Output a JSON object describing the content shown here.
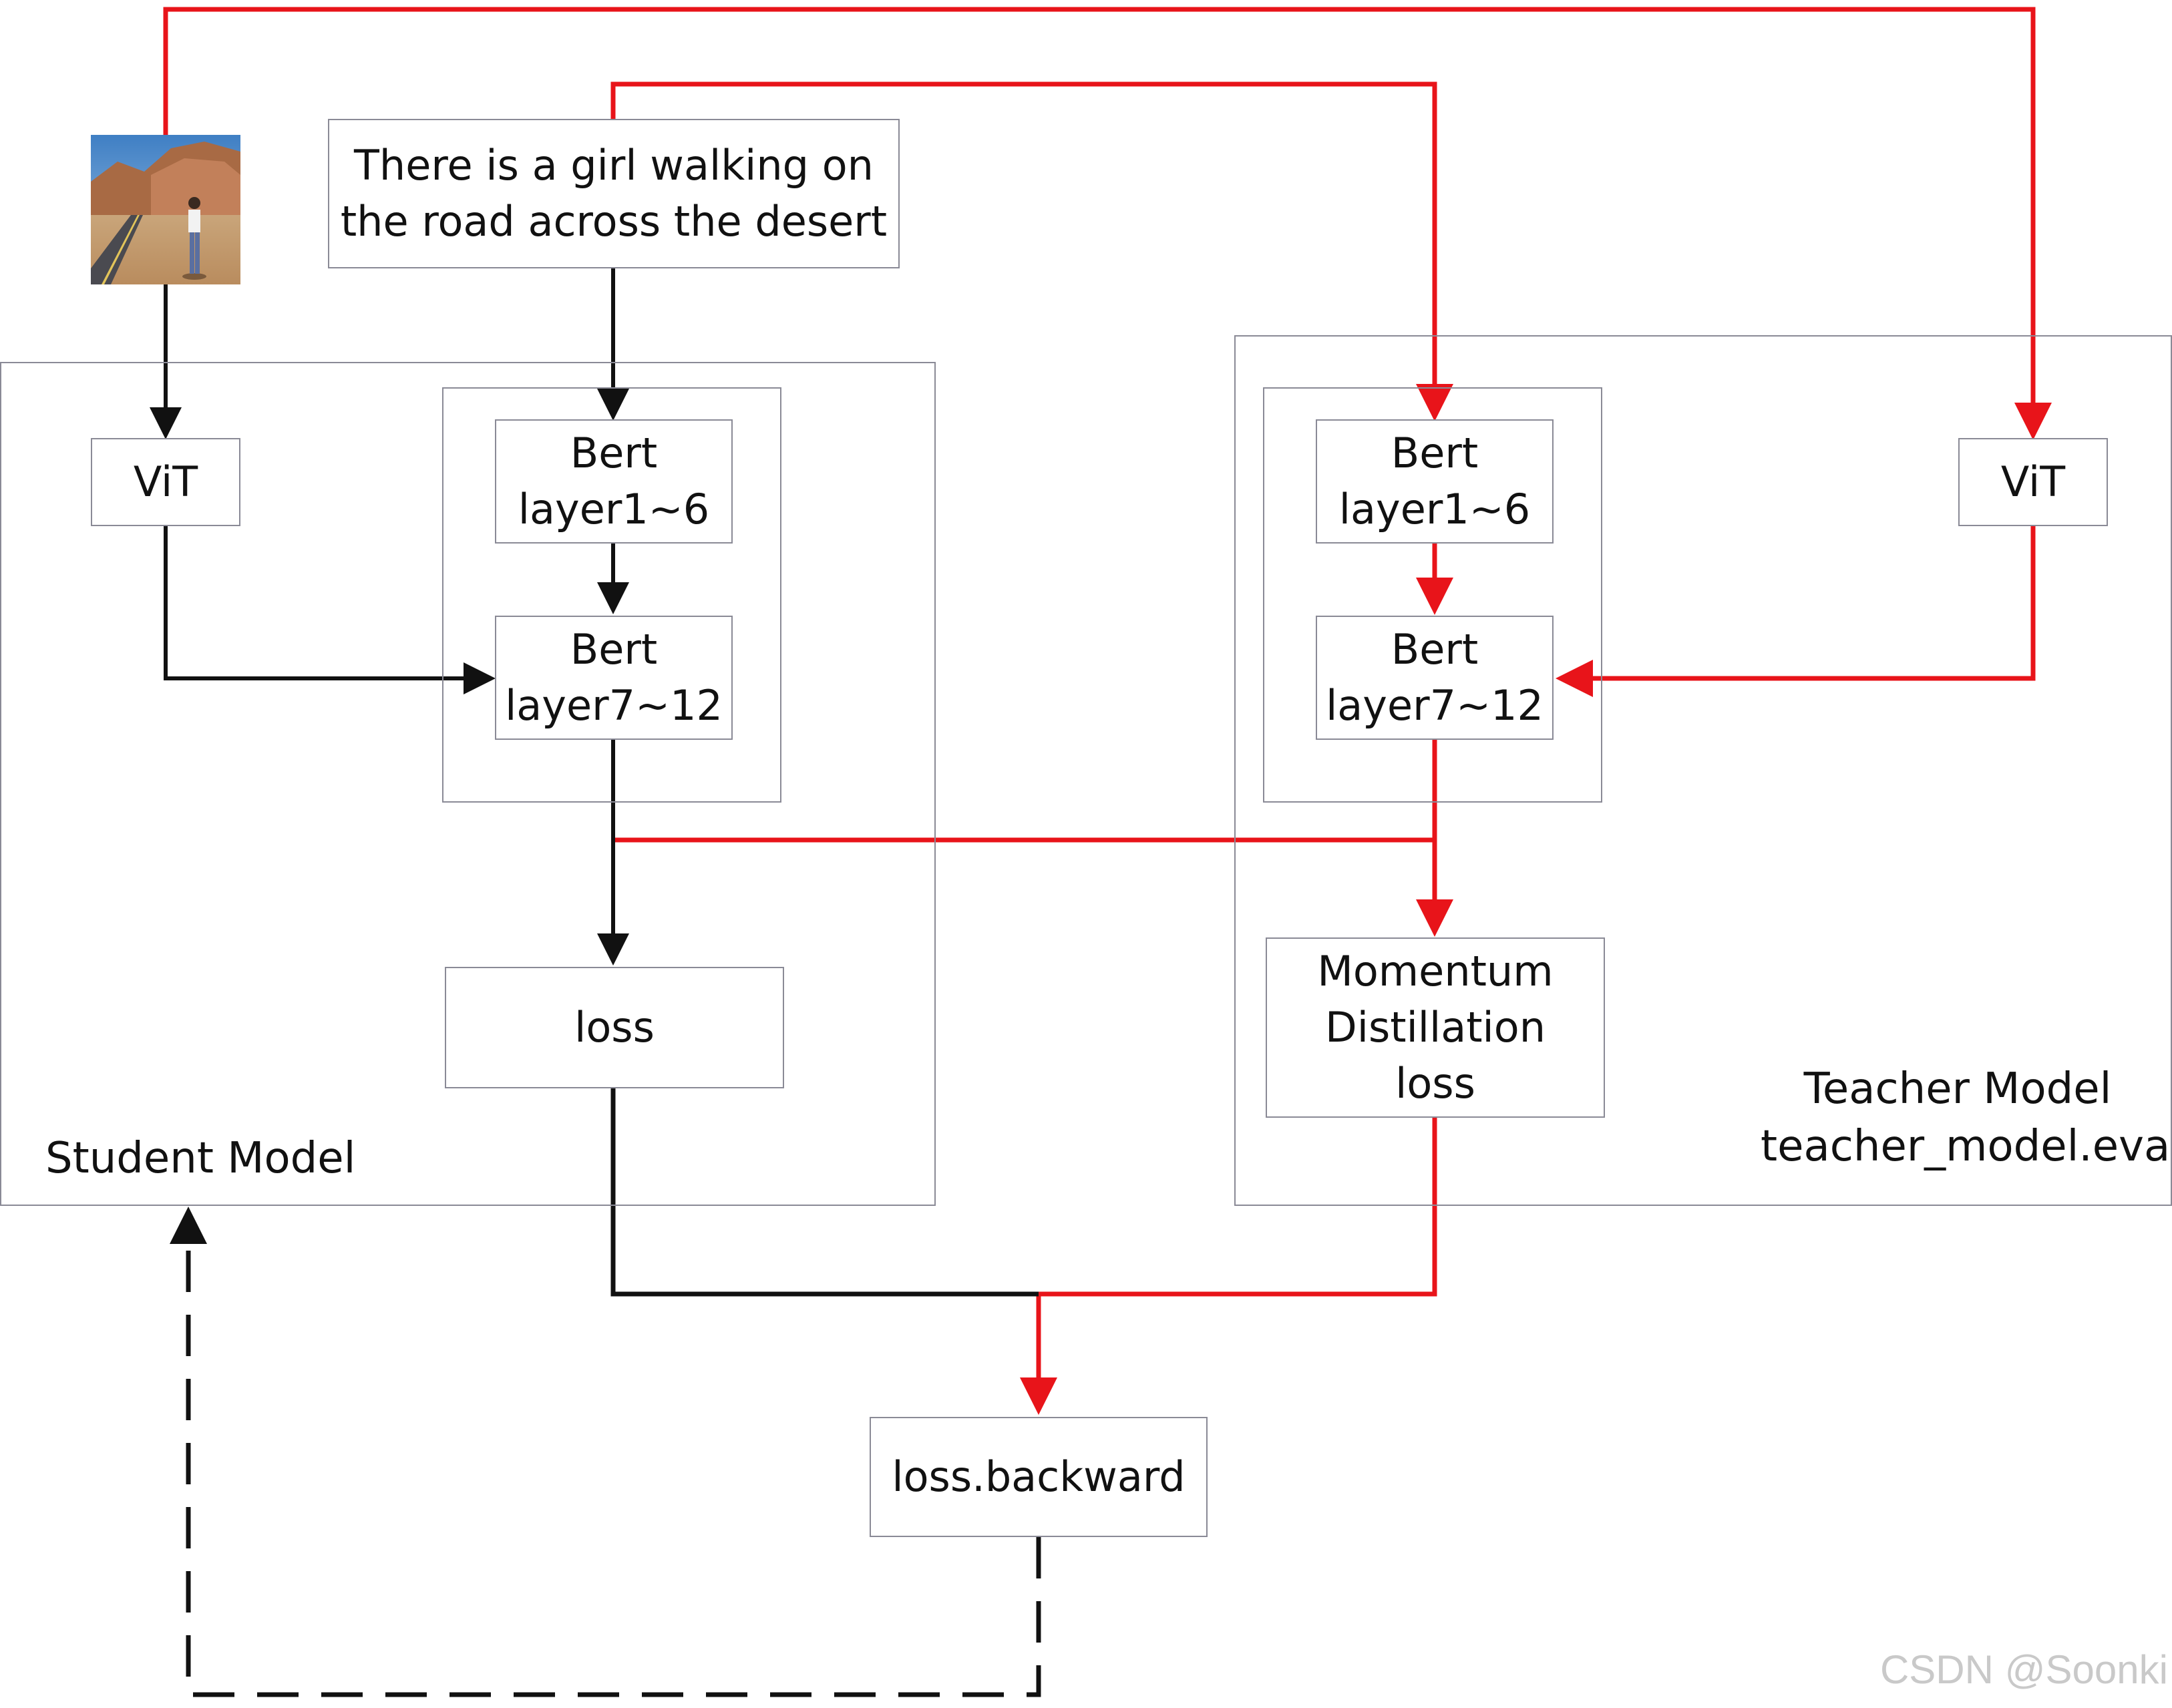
{
  "input_caption": [
    "There is a girl walking on",
    "the road across the desert"
  ],
  "student": {
    "title": "Student Model",
    "vit": "ViT",
    "bert_low": [
      "Bert",
      "layer1~6"
    ],
    "bert_high": [
      "Bert",
      "layer7~12"
    ],
    "loss": "loss"
  },
  "teacher": {
    "title": [
      "Teacher Model",
      "teacher_model.eval"
    ],
    "vit": "ViT",
    "bert_low": [
      "Bert",
      "layer1~6"
    ],
    "bert_high": [
      "Bert",
      "layer7~12"
    ],
    "md_loss": [
      "Momentum",
      "Distillation",
      "loss"
    ]
  },
  "backward": "loss.backward",
  "watermark": "CSDN @Soonki",
  "colors": {
    "student_flow": "#111111",
    "teacher_flow": "#e8141a",
    "box_border": "#8a8a96"
  }
}
